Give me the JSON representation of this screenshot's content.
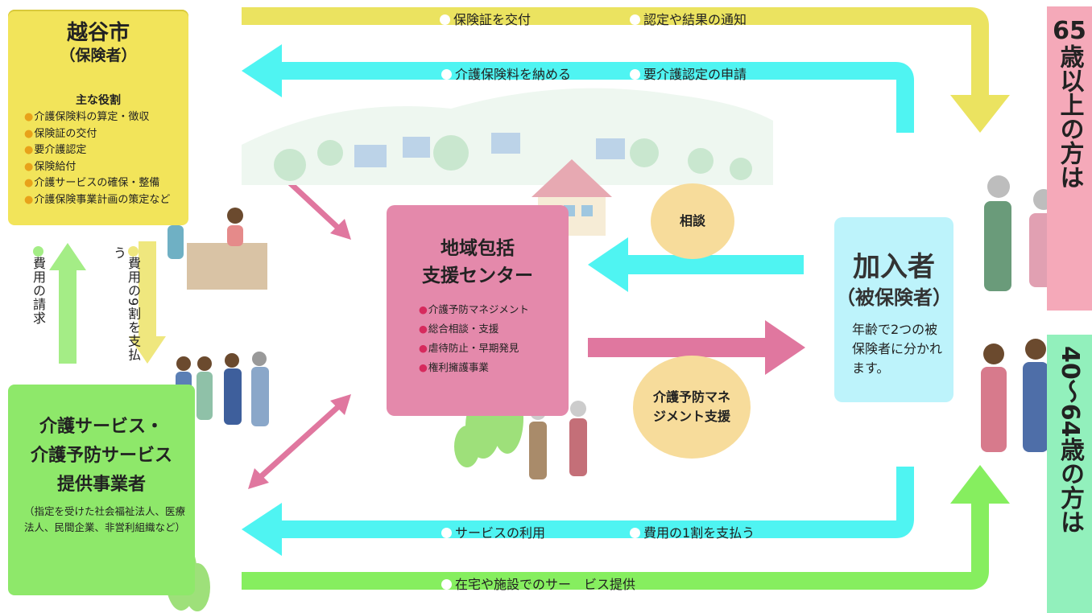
{
  "city": {
    "name": "越谷市",
    "sub": "（保険者）",
    "roles_heading": "主な役割",
    "roles": [
      "介護保険料の算定・徴収",
      "保険証の交付",
      "要介護認定",
      "保険給付",
      "介護サービスの確保・整備",
      "介護保険事業計画の策定など"
    ]
  },
  "provider": {
    "line1": "介護サービス・",
    "line2": "介護予防サービス",
    "line3": "提供事業者",
    "note": "（指定を受けた社会福祉法人、医療法人、民間企業、非営利組織など）"
  },
  "center": {
    "line1": "地域包括",
    "line2": "支援センター",
    "services": [
      "介護予防マネジメント",
      "総合相談・支援",
      "虐待防止・早期発見",
      "権利擁護事業"
    ]
  },
  "member": {
    "title": "加入者",
    "sub": "（被保険者）",
    "desc": "年齢で2つの被保険者に分かれます。"
  },
  "bubbles": {
    "consult": "相談",
    "mgmt": "介護予防マネジメント支援"
  },
  "flows": {
    "top_right_a": "保険証を交付",
    "top_right_b": "認定や結果の通知",
    "top_left_a": "介護保険料を納める",
    "top_left_b": "要介護認定の申請",
    "bottom_left_a": "サービスの利用",
    "bottom_left_b": "費用の1割を支払う",
    "bottom_right": "在宅や施設でのサー　ビス提供",
    "down_pay": "費用の9割を支払う",
    "up_claim": "費用の請求"
  },
  "age_bands": {
    "older": "65歳以上の方は",
    "younger": "40〜64歳の方は"
  },
  "colors": {
    "yellow": "#ebe360",
    "cyan": "#4ff4f2",
    "green": "#86ee5f",
    "pink": "#e0779f",
    "pale_yellow": "#efe77e",
    "pale_green": "#a4ed86"
  }
}
